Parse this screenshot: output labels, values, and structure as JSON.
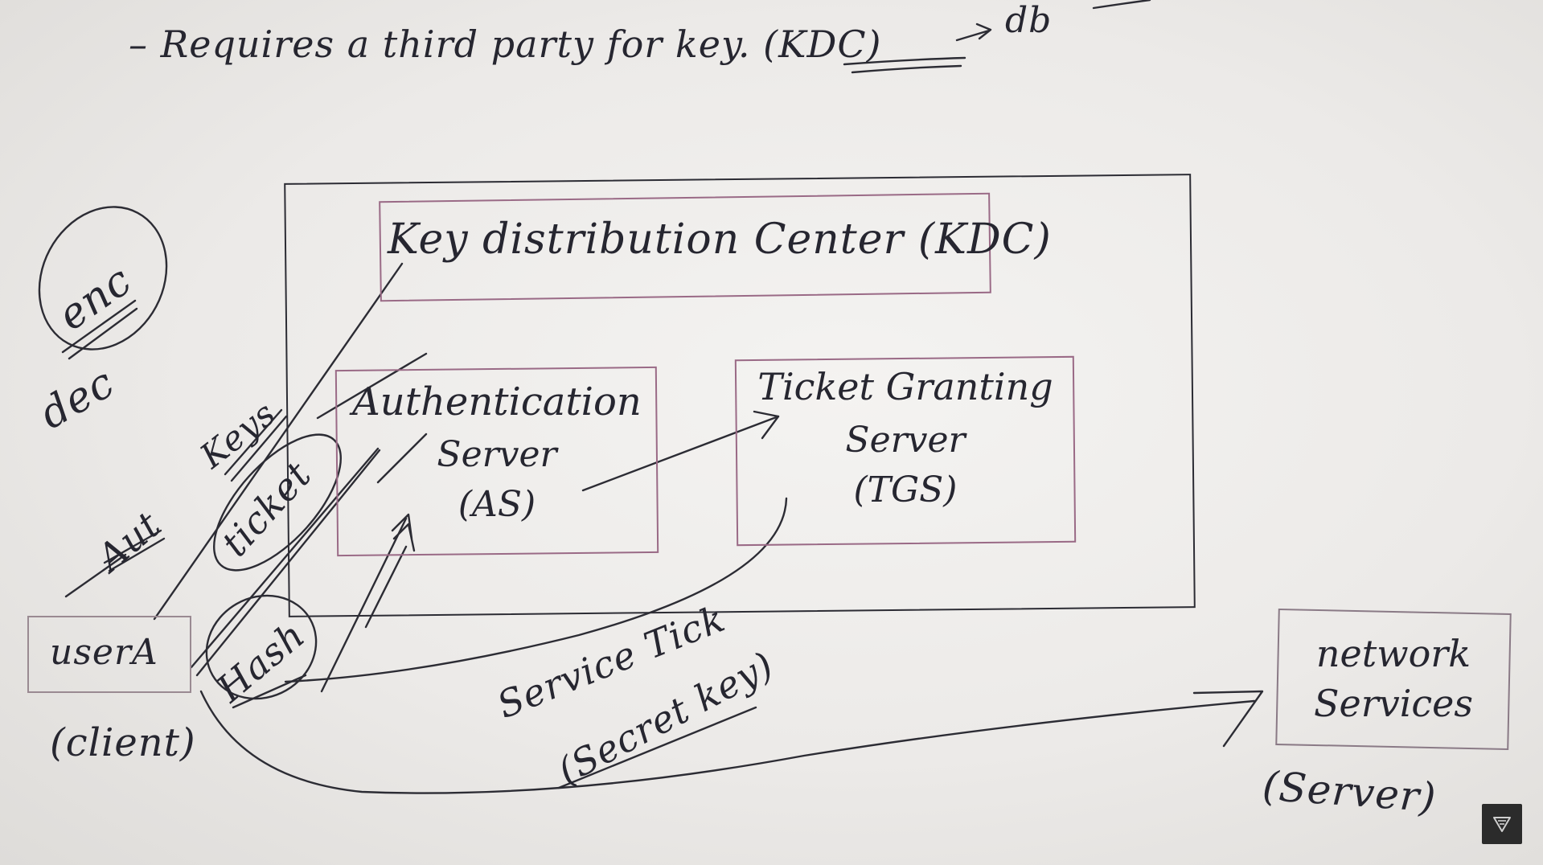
{
  "header_note": {
    "text": "– Requires a third party for key.",
    "kdc_ref": "(KDC)",
    "arrow_target": "db"
  },
  "kdc": {
    "title": "Key distribution Center (KDC)"
  },
  "authentication_server": {
    "line1": "Authentication",
    "line2": "Server",
    "line3": "(AS)"
  },
  "ticket_granting_server": {
    "line1": "Ticket Granting",
    "line2": "Server",
    "line3": "(TGS)"
  },
  "client": {
    "box_label": "userA",
    "caption": "(client)"
  },
  "network_services": {
    "line1": "network",
    "line2": "Services",
    "caption": "(Server)"
  },
  "margin_notes": {
    "enc": "enc",
    "dec": "dec",
    "keys": "Keys",
    "auth": "Aut",
    "ticket": "ticket",
    "hash": "Hash"
  },
  "service_ticket": {
    "line1": "Service Tick",
    "line2": "(Secret key)"
  },
  "colors": {
    "ink": "#2c2c34",
    "pink_ink": "#9a6a86",
    "paper": "#efeeec"
  },
  "player_icon": "video-brand-icon"
}
